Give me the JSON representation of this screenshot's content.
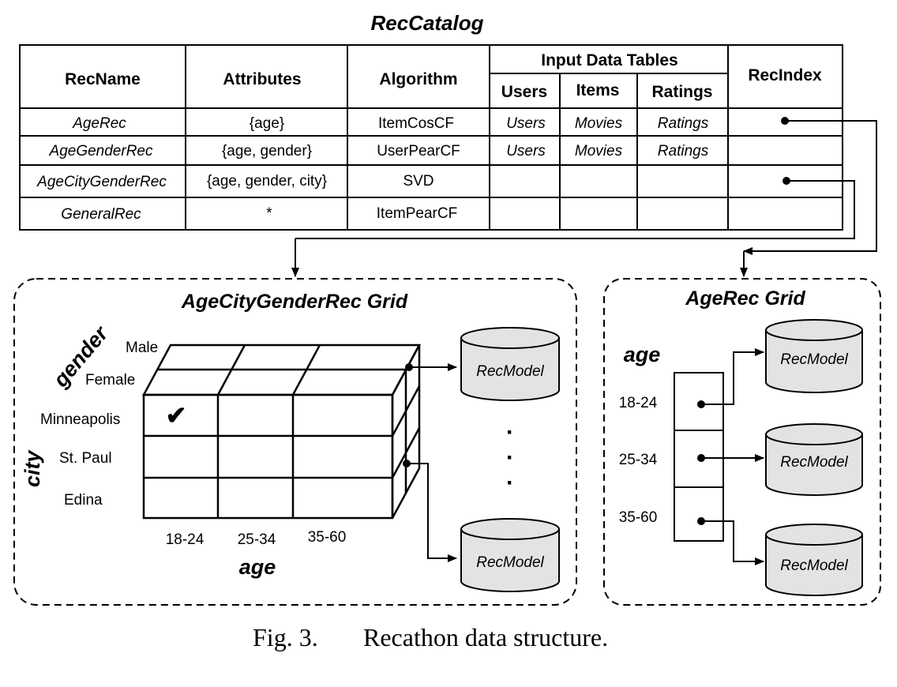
{
  "catalog": {
    "title": "RecCatalog",
    "headers": {
      "recname": "RecName",
      "attributes": "Attributes",
      "algorithm": "Algorithm",
      "input_tables": "Input Data Tables",
      "users": "Users",
      "items": "Items",
      "ratings": "Ratings",
      "recindex": "RecIndex"
    },
    "rows": [
      {
        "name": "AgeRec",
        "attributes": "{age}",
        "algorithm": "ItemCosCF",
        "users": "Users",
        "items": "Movies",
        "ratings": "Ratings"
      },
      {
        "name": "AgeGenderRec",
        "attributes": "{age, gender}",
        "algorithm": "UserPearCF",
        "users": "Users",
        "items": "Movies",
        "ratings": "Ratings"
      },
      {
        "name": "AgeCityGenderRec",
        "attributes": "{age, gender, city}",
        "algorithm": "SVD",
        "users": "",
        "items": "",
        "ratings": ""
      },
      {
        "name": "GeneralRec",
        "attributes": "*",
        "algorithm": "ItemPearCF",
        "users": "",
        "items": "",
        "ratings": ""
      }
    ]
  },
  "left_grid": {
    "title": "AgeCityGenderRec Grid",
    "gender_label": "gender",
    "gender_values": [
      "Male",
      "Female"
    ],
    "city_label": "city",
    "city_values": [
      "Minneapolis",
      "St. Paul",
      "Edina"
    ],
    "age_label": "age",
    "age_values": [
      "18-24",
      "25-34",
      "35-60"
    ],
    "checkmark": "✔",
    "model_label": "RecModel",
    "ellipsis": [
      "·",
      "·",
      "·"
    ]
  },
  "right_grid": {
    "title": "AgeRec Grid",
    "age_label": "age",
    "age_values": [
      "18-24",
      "25-34",
      "35-60"
    ],
    "model_label": "RecModel"
  },
  "caption": {
    "fig": "Fig. 3.",
    "text": "Recathon data structure."
  }
}
